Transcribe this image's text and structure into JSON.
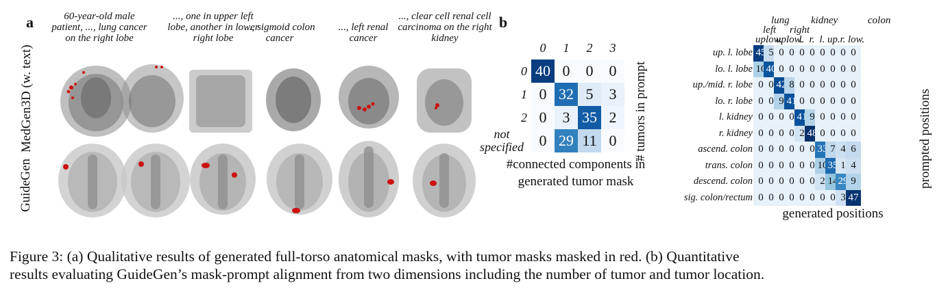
{
  "panel_a": {
    "label": "a",
    "prompts": [
      "60-year-old male patient, ..., lung cancer on the right lobe",
      "..., one in upper left lobe, another in lower right lobe",
      "..., sigmoid colon cancer",
      "..., left renal cancer",
      "..., clear cell renal cell carcinoma on the right kidney"
    ],
    "row_labels": [
      "MedGen3D (w. text)",
      "GuideGen"
    ]
  },
  "panel_b": {
    "label": "b",
    "matrix1": {
      "col_labels": [
        "0",
        "1",
        "2",
        "3"
      ],
      "row_labels": [
        "0",
        "1",
        "2",
        "not specified"
      ],
      "values": [
        [
          40,
          0,
          0,
          0
        ],
        [
          0,
          32,
          5,
          3
        ],
        [
          0,
          3,
          35,
          2
        ],
        [
          0,
          29,
          11,
          0
        ]
      ],
      "xlabel": "#connected components in generated tumor mask",
      "ylabel": "# tumors in prompt"
    },
    "matrix2": {
      "group_labels": [
        "lung",
        "kidney",
        "colon"
      ],
      "sub_labels_1": [
        "left",
        "right"
      ],
      "sub_labels_2": [
        "up.",
        "low.",
        "up.",
        "low.",
        "l.",
        "r.",
        "l.",
        "up.",
        "r.",
        "low."
      ],
      "row_labels": [
        "up. l. lobe",
        "lo. l. lobe",
        "up./mid. r. lobe",
        "lo. r. lobe",
        "l. kidney",
        "r. kidney",
        "ascend. colon",
        "trans. colon",
        "descend. colon",
        "sig. colon/rectum"
      ],
      "values": [
        [
          45,
          5,
          0,
          0,
          0,
          0,
          0,
          0,
          0,
          0
        ],
        [
          10,
          40,
          0,
          0,
          0,
          0,
          0,
          0,
          0,
          0
        ],
        [
          0,
          0,
          42,
          8,
          0,
          0,
          0,
          0,
          0,
          0
        ],
        [
          0,
          0,
          9,
          41,
          0,
          0,
          0,
          0,
          0,
          0
        ],
        [
          0,
          0,
          0,
          0,
          41,
          9,
          0,
          0,
          0,
          0
        ],
        [
          0,
          0,
          0,
          0,
          2,
          48,
          0,
          0,
          0,
          0
        ],
        [
          0,
          0,
          0,
          0,
          0,
          0,
          33,
          7,
          4,
          6
        ],
        [
          0,
          0,
          0,
          0,
          0,
          0,
          10,
          35,
          1,
          4
        ],
        [
          0,
          0,
          0,
          0,
          0,
          0,
          2,
          14,
          29,
          9
        ],
        [
          0,
          0,
          0,
          0,
          0,
          0,
          0,
          0,
          3,
          47
        ]
      ],
      "xlabel": "generated positions",
      "ylabel": "prompted positions"
    }
  },
  "caption": {
    "line1": "Figure 3: (a) Qualitative results of generated full-torso anatomical masks, with tumor masks masked in red. (b) Quantitative",
    "line2": "results evaluating GuideGen’s mask-prompt alignment from two dimensions including the number of tumor and tumor location."
  }
}
